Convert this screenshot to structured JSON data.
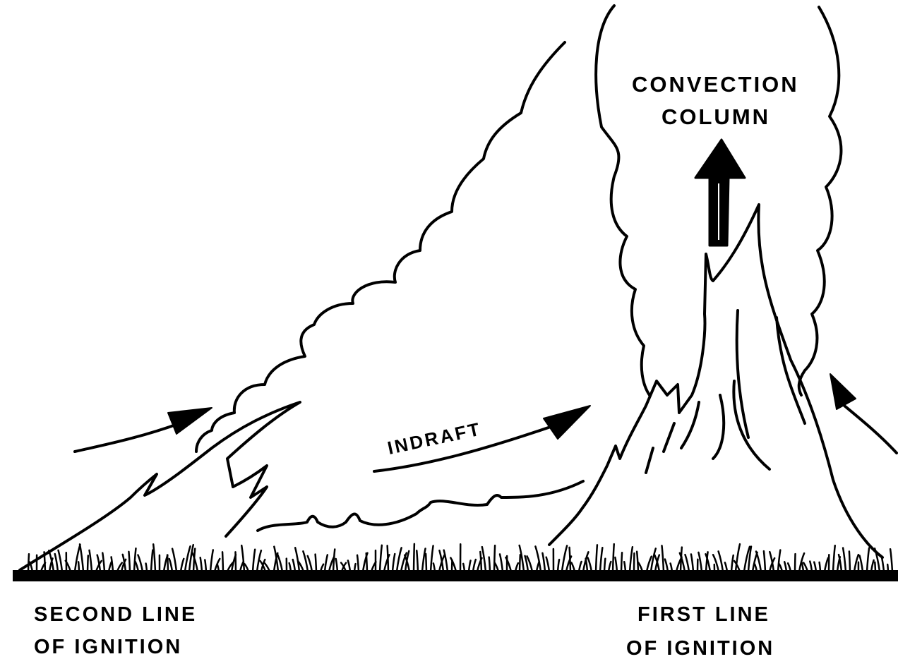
{
  "labels": {
    "convection_column_line1": "CONVECTION",
    "convection_column_line2": "COLUMN",
    "indraft": "INDRAFT",
    "second_line_line1": "SECOND LINE",
    "second_line_line2": "OF IGNITION",
    "first_line_line1": "FIRST LINE",
    "first_line_line2": "OF IGNITION"
  },
  "colors": {
    "ink": "#000000",
    "background": "#ffffff"
  }
}
